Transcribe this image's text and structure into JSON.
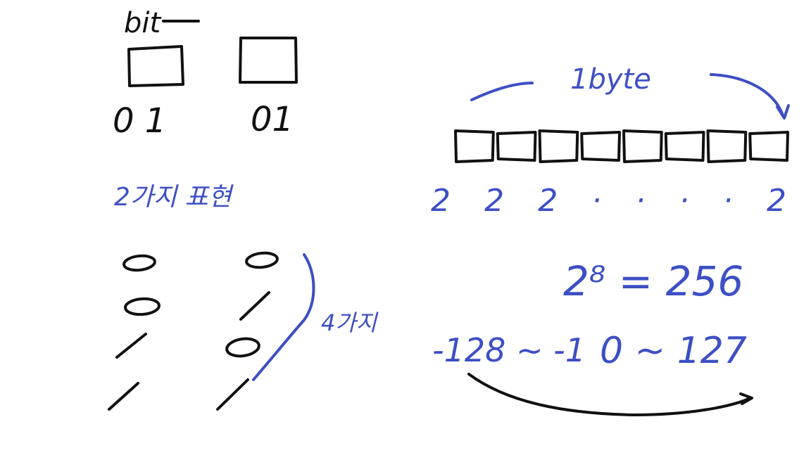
{
  "canvas": {
    "background": "#ffffff",
    "colors": {
      "black_ink": "#111111",
      "blue_ink": "#3d4fc4"
    }
  },
  "left": {
    "bit_label": "bit",
    "bit_values_a": "0 1",
    "bit_values_b": "01",
    "two_ways_label": "2가지 표현",
    "combos": [
      {
        "a": "0",
        "b": "0"
      },
      {
        "a": "0",
        "b": "/"
      },
      {
        "a": "/",
        "b": "0"
      },
      {
        "a": "/",
        "b": "/"
      }
    ],
    "four_ways_label": "4가지"
  },
  "right": {
    "byte_label": "1byte",
    "bit_box_count": 8,
    "twos_row": "2 2 2 · · · · 2",
    "power_expr": "2⁸ = 256",
    "range_neg": "-128 ~ -1",
    "range_pos": "0 ~ 127"
  }
}
